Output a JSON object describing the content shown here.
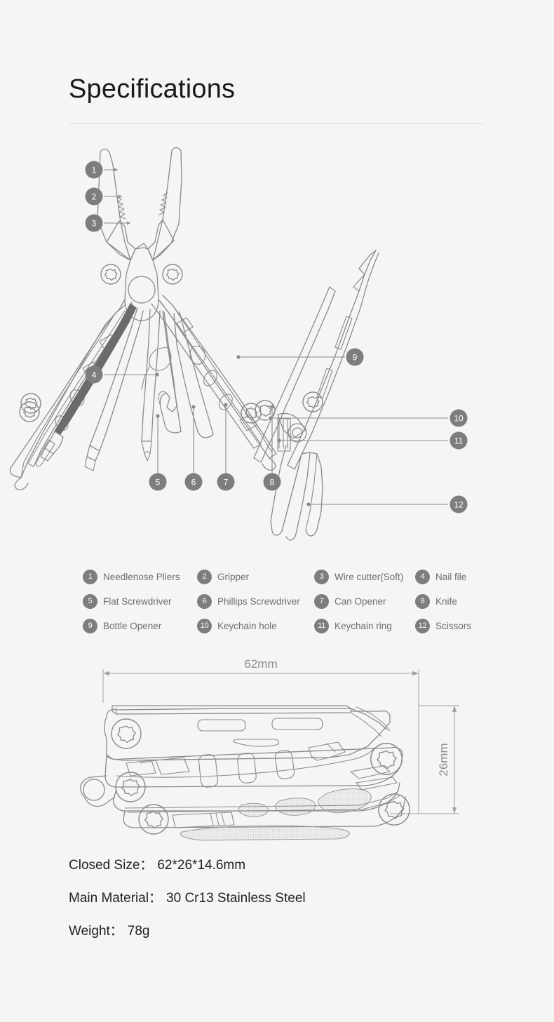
{
  "page": {
    "title": "Specifications",
    "background_color": "#f5f5f5",
    "badge_color": "#7d7d7d",
    "line_color": "#8a8a8a",
    "text_color": "#6e6e6e"
  },
  "legend": {
    "rows": [
      [
        {
          "num": "1",
          "label": "Needlenose Pliers"
        },
        {
          "num": "2",
          "label": "Gripper"
        },
        {
          "num": "3",
          "label": "Wire cutter(Soft)"
        },
        {
          "num": "4",
          "label": "Nail file"
        }
      ],
      [
        {
          "num": "5",
          "label": "Flat Screwdriver"
        },
        {
          "num": "6",
          "label": "Phillips Screwdriver"
        },
        {
          "num": "7",
          "label": "Can Opener"
        },
        {
          "num": "8",
          "label": "Knife"
        }
      ],
      [
        {
          "num": "9",
          "label": "Bottle Opener"
        },
        {
          "num": "10",
          "label": "Keychain hole"
        },
        {
          "num": "11",
          "label": "Keychain ring"
        },
        {
          "num": "12",
          "label": "Scissors"
        }
      ]
    ]
  },
  "callouts": {
    "exploded": [
      "1",
      "2",
      "3",
      "4",
      "5",
      "6",
      "7",
      "8",
      "9",
      "10",
      "11",
      "12"
    ]
  },
  "dimensions": {
    "width_label": "62mm",
    "height_label": "26mm"
  },
  "specs": [
    {
      "name": "Closed Size",
      "label": "Closed Size：",
      "value": "62*26*14.6mm"
    },
    {
      "name": "Main Material",
      "label": "Main Material：",
      "value": "30 Cr13 Stainless Steel"
    },
    {
      "name": "Weight",
      "label": "Weight：",
      "value": "78g"
    }
  ]
}
